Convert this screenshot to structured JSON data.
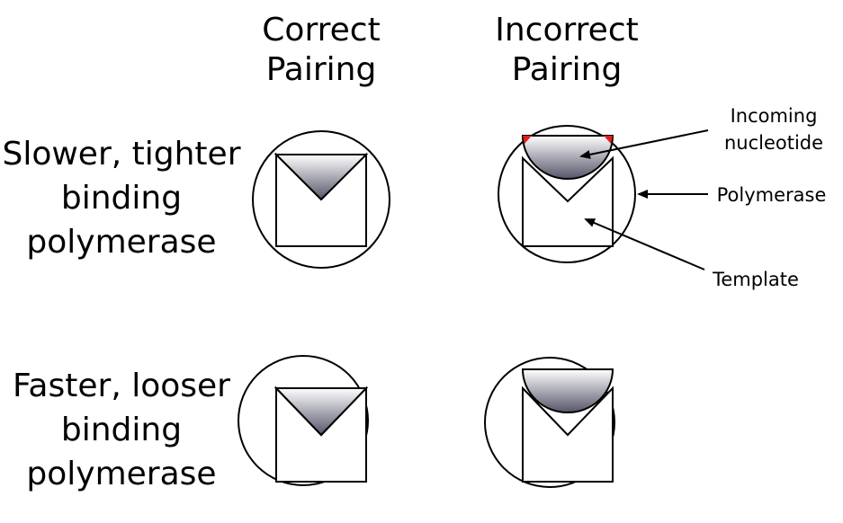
{
  "column_headers": {
    "correct": [
      "Correct",
      "Pairing"
    ],
    "incorrect": [
      "Incorrect",
      "Pairing"
    ]
  },
  "row_labels": {
    "slower": [
      "Slower, tighter",
      "binding",
      "polymerase"
    ],
    "faster": [
      "Faster, looser",
      "binding",
      "polymerase"
    ]
  },
  "annotations": {
    "incoming_nucleotide": [
      "Incoming",
      "nucleotide"
    ],
    "polymerase": "Polymerase",
    "template": "Template"
  },
  "colors": {
    "nucleotide_gradient_top": "#ffffff",
    "nucleotide_gradient_bottom": "#55556a",
    "clash_highlight": "#e02020",
    "outline": "#000000"
  }
}
